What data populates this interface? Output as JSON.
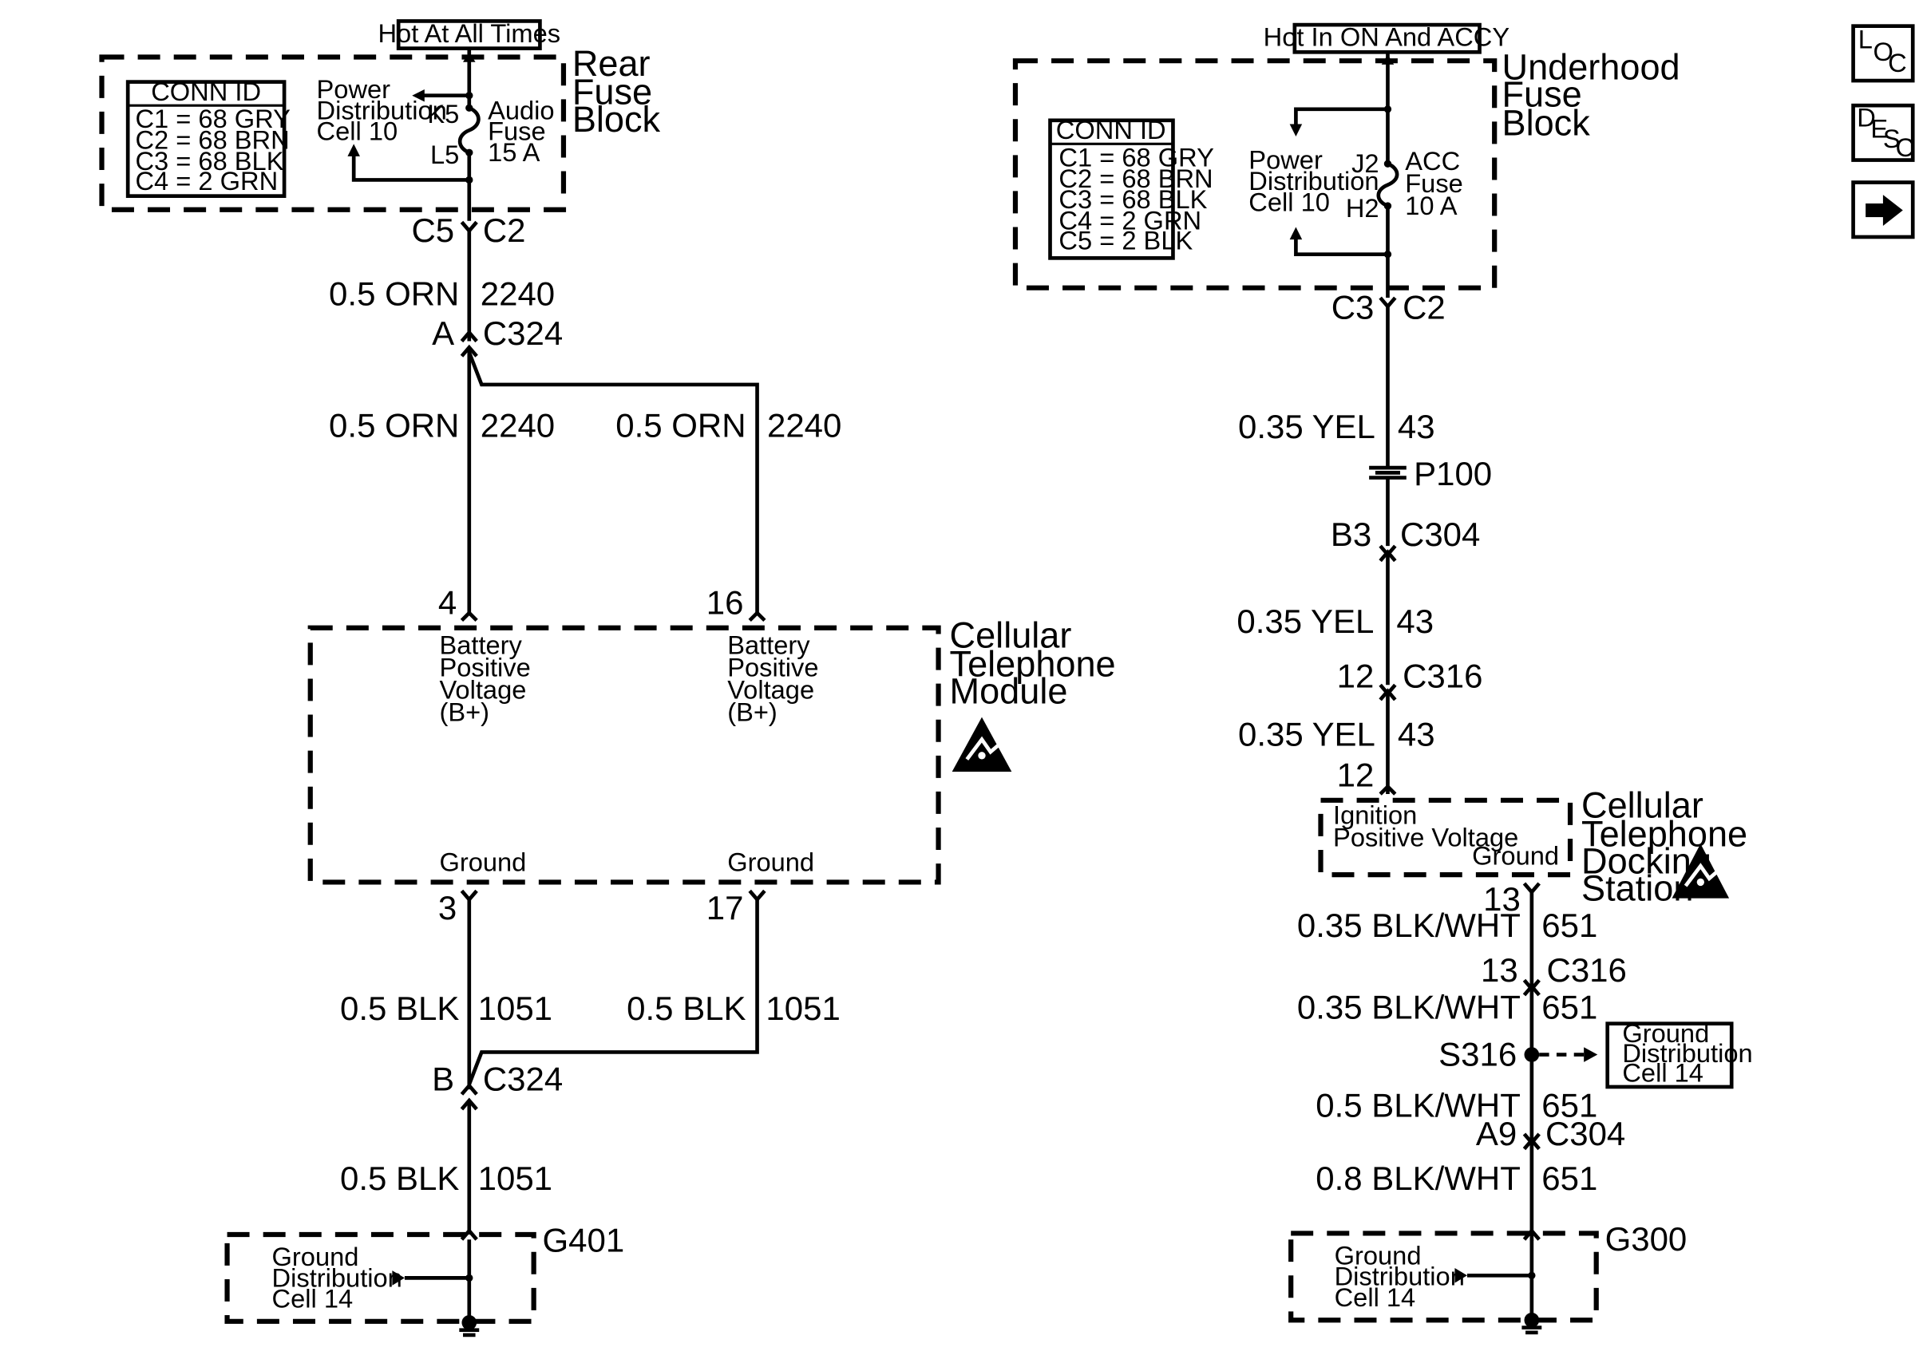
{
  "left_circuit": {
    "power_label": "Hot At All Times",
    "fuse_block_name": [
      "Rear",
      "Fuse",
      "Block"
    ],
    "conn_id": {
      "title": "CONN ID",
      "rows": [
        "C1 = 68 GRY",
        "C2 = 68 BRN",
        "C3 = 68 BLK",
        "C4 = 2 GRN"
      ]
    },
    "power_dist_ref": [
      "Power",
      "Distribution",
      "Cell 10"
    ],
    "fuse": {
      "top_terminal": "K5",
      "bottom_terminal": "L5",
      "name": [
        "Audio",
        "Fuse",
        "15 A"
      ]
    },
    "fuse_block_connectors": {
      "left": "C5",
      "right": "C2"
    },
    "wire_upper": {
      "size_color": "0.5 ORN",
      "circuit": "2240"
    },
    "inline_connector_top": {
      "pin": "A",
      "name": "C324"
    },
    "wire_mid_left": {
      "size_color": "0.5 ORN",
      "circuit": "2240"
    },
    "wire_mid_right": {
      "size_color": "0.5 ORN",
      "circuit": "2240"
    },
    "module": {
      "name": [
        "Cellular",
        "Telephone",
        "Module"
      ],
      "pin_top_left": "4",
      "pin_top_right": "16",
      "input_left": [
        "Battery",
        "Positive",
        "Voltage",
        "(B+)"
      ],
      "input_right": [
        "Battery",
        "Positive",
        "Voltage",
        "(B+)"
      ],
      "ground_left": "Ground",
      "ground_right": "Ground",
      "pin_bottom_left": "3",
      "pin_bottom_right": "17"
    },
    "wire_gnd_left": {
      "size_color": "0.5 BLK",
      "circuit": "1051"
    },
    "wire_gnd_right": {
      "size_color": "0.5 BLK",
      "circuit": "1051"
    },
    "inline_connector_bottom": {
      "pin": "B",
      "name": "C324"
    },
    "wire_gnd_lower": {
      "size_color": "0.5 BLK",
      "circuit": "1051"
    },
    "ground": {
      "ref": [
        "Ground",
        "Distribution",
        "Cell 14"
      ],
      "id": "G401"
    }
  },
  "right_circuit": {
    "power_label": "Hot In ON And ACCY",
    "fuse_block_name": [
      "Underhood",
      "Fuse",
      "Block"
    ],
    "conn_id": {
      "title": "CONN ID",
      "rows": [
        "C1 = 68 GRY",
        "C2 = 68 BRN",
        "C3 = 68 BLK",
        "C4 = 2 GRN",
        "C5 = 2 BLK"
      ]
    },
    "power_dist_ref": [
      "Power",
      "Distribution",
      "Cell 10"
    ],
    "fuse": {
      "top_terminal": "J2",
      "bottom_terminal": "H2",
      "name": [
        "ACC",
        "Fuse",
        "10 A"
      ]
    },
    "fuse_block_connectors": {
      "left": "C3",
      "right": "C2"
    },
    "wire_1": {
      "size_color": "0.35 YEL",
      "circuit": "43"
    },
    "passthrough": "P100",
    "connector_1": {
      "pin": "B3",
      "name": "C304"
    },
    "wire_2": {
      "size_color": "0.35 YEL",
      "circuit": "43"
    },
    "connector_2": {
      "pin": "12",
      "name": "C316"
    },
    "wire_3": {
      "size_color": "0.35 YEL",
      "circuit": "43"
    },
    "station_pin_top": "12",
    "station": {
      "name": [
        "Cellular",
        "Telephone",
        "Docking",
        "Station"
      ],
      "input": [
        "Ignition",
        "Positive Voltage"
      ],
      "ground": "Ground",
      "pin_bottom": "13"
    },
    "wire_4": {
      "size_color": "0.35 BLK/WHT",
      "circuit": "651"
    },
    "connector_3": {
      "pin": "13",
      "name": "C316"
    },
    "wire_5": {
      "size_color": "0.35 BLK/WHT",
      "circuit": "651"
    },
    "splice": {
      "name": "S316",
      "ref": [
        "Ground",
        "Distribution",
        "Cell 14"
      ]
    },
    "wire_6": {
      "size_color": "0.5 BLK/WHT",
      "circuit": "651"
    },
    "connector_4": {
      "pin": "A9",
      "name": "C304"
    },
    "wire_7": {
      "size_color": "0.8 BLK/WHT",
      "circuit": "651"
    },
    "ground": {
      "ref": [
        "Ground",
        "Distribution",
        "Cell 14"
      ],
      "id": "G300"
    }
  },
  "nav_buttons": {
    "loc": [
      "L",
      "O",
      "C"
    ],
    "desc": [
      "D",
      "E",
      "S",
      "C"
    ],
    "next_icon": "right-arrow-icon"
  }
}
